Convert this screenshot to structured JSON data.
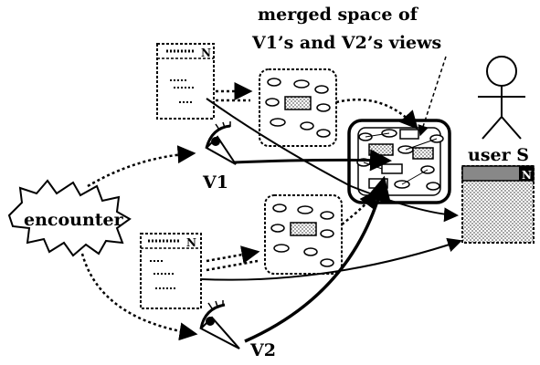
{
  "labels": {
    "title_line1": "merged space of",
    "title_line2": "V1’s and V2’s views",
    "user": "user S",
    "v1": "V1",
    "v2": "V2",
    "encounter": "encounter",
    "doc_mark": "N"
  },
  "icons": {
    "person": "stick-figure-icon",
    "eye": "eye-icon",
    "document": "document-icon"
  },
  "colors": {
    "ink": "#000000",
    "shade": "#b0b0b0",
    "background": "#ffffff"
  }
}
